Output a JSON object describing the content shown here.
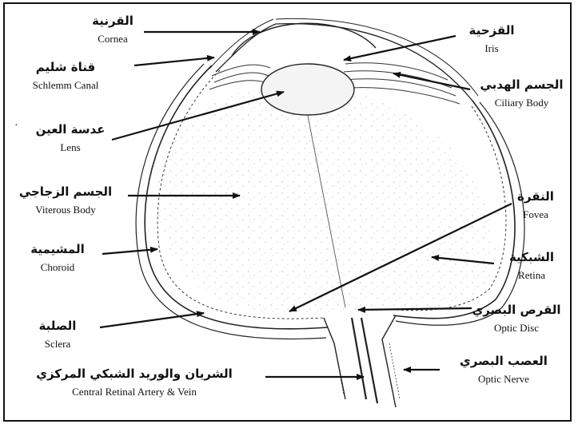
{
  "labels": {
    "cornea": {
      "ar": "القرنية",
      "en": "Cornea"
    },
    "schlemm": {
      "ar": "قناة شليم",
      "en": "Schlemm Canal"
    },
    "lens": {
      "ar": "عدسة العين",
      "en": "Lens"
    },
    "vitreous": {
      "ar": "الجسم الزجاجي",
      "en": "Viterous Body"
    },
    "choroid": {
      "ar": "المشيمية",
      "en": "Choroid"
    },
    "sclera": {
      "ar": "الصلبة",
      "en": "Sclera"
    },
    "central": {
      "ar": "الشريان والوريد الشبكي المركزي",
      "en": "Central Retinal Artery & Vein"
    },
    "iris": {
      "ar": "القزحية",
      "en": "Iris"
    },
    "ciliary": {
      "ar": "الجسم الهدبي",
      "en": "Ciliary Body"
    },
    "fovea": {
      "ar": "النقرة",
      "en": "Fovea"
    },
    "retina": {
      "ar": "الشبكية",
      "en": "Retina"
    },
    "optic_disc": {
      "ar": "القرص البصري",
      "en": "Optic Disc"
    },
    "optic_nerve": {
      "ar": "العصب البصري",
      "en": "Optic Nerve"
    }
  },
  "marker": "·"
}
